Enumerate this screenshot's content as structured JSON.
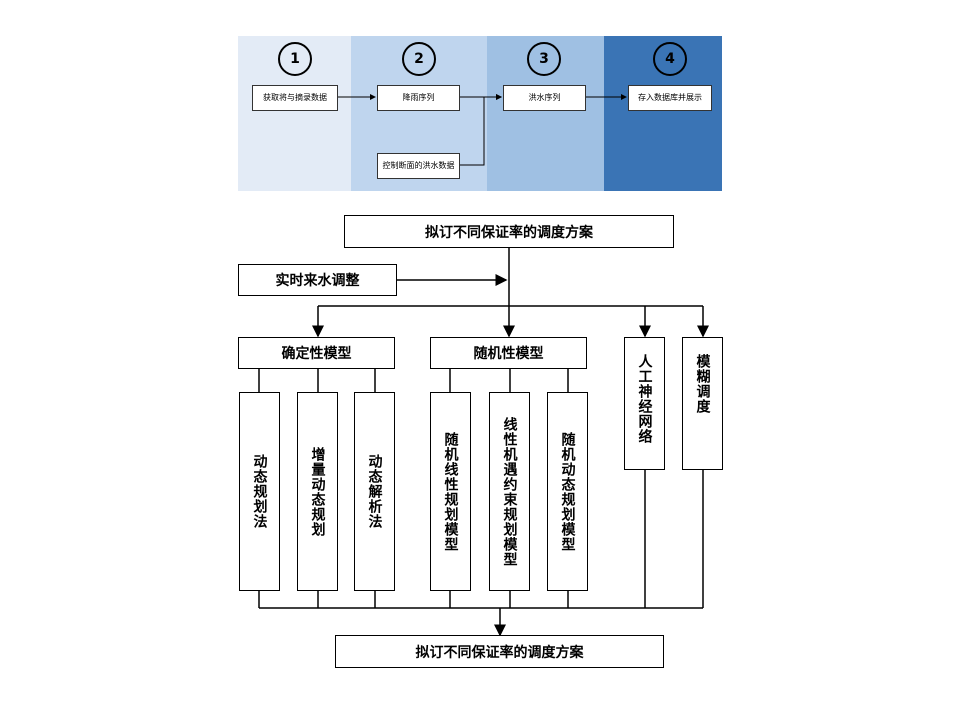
{
  "pipeline": {
    "colors": [
      "#e3ebf6",
      "#bfd5ee",
      "#9fc0e3",
      "#3a74b5"
    ],
    "steps": [
      {
        "number": "1",
        "label": "获取将与摘录数据"
      },
      {
        "number": "2",
        "label": "降雨序列"
      },
      {
        "number": "3",
        "label": "洪水序列"
      },
      {
        "number": "4",
        "label": "存入数据库并展示"
      }
    ],
    "side_input": "控制断面的洪水数据"
  },
  "flow": {
    "top_title": "拟订不同保证率的调度方案",
    "realtime": "实时来水调整",
    "deterministic": {
      "title": "确定性模型",
      "methods": [
        "动态规划法",
        "增量动态规划",
        "动态解析法"
      ]
    },
    "stochastic": {
      "title": "随机性模型",
      "methods": [
        "随机线性规划模型",
        "线性机遇约束规划模型",
        "随机动态规划模型"
      ]
    },
    "ann": "人工神经网络",
    "fuzzy": "模糊调度",
    "bottom_title": "拟订不同保证率的调度方案"
  }
}
